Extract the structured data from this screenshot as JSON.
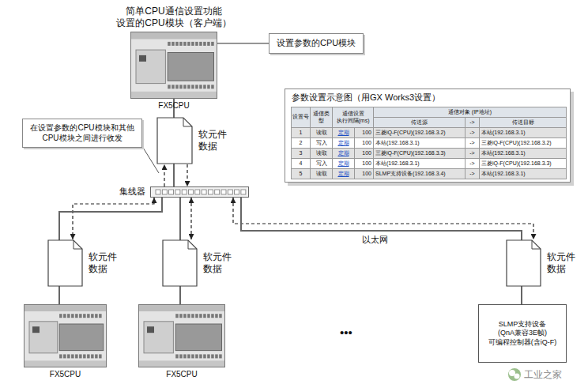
{
  "diagram": {
    "nodes": [
      {
        "text": [
          "简单CPU通信设置功能 设置的CPU模块（客户端）",
          "FX5CPU"
        ]
      },
      {
        "text": [
          "设置参数的CPU模块"
        ]
      },
      {
        "text": [
          "参数设置示意图（用GX Works3设置）"
        ]
      },
      {
        "text": [
          "在设置参数的CPU模块和其他 CPU模块之间进行收发"
        ]
      },
      {
        "text": [
          "软元件 数据"
        ]
      },
      {
        "text": [
          "集线器"
        ]
      },
      {
        "text": [
          "软元件 数据"
        ]
      },
      {
        "text": [
          "软元件 数据"
        ]
      },
      {
        "text": [
          "软元件 数据"
        ]
      },
      {
        "text": [
          "FX5CPU"
        ]
      },
      {
        "text": [
          "FX5CPU"
        ]
      },
      {
        "text": [
          "SLMP支持设备 (QnA兼容3E帧) 可编程控制器(含iQ-F)"
        ]
      }
    ],
    "edges": [
      {
        "from": 1,
        "to": 0,
        "arrow": "none"
      },
      {
        "from": 0,
        "to": 5,
        "arrow": "none"
      },
      {
        "from": 5,
        "to": 4,
        "arrow": "to"
      },
      {
        "from": 4,
        "to": 5,
        "arrow": "to"
      },
      {
        "from": 5,
        "to": 6,
        "arrow": "both"
      },
      {
        "from": 5,
        "to": 7,
        "arrow": "both"
      },
      {
        "from": 5,
        "to": 8,
        "arrow": "both"
      },
      {
        "from": 5,
        "to": 9,
        "arrow": "none"
      },
      {
        "from": 5,
        "to": 10,
        "arrow": "none"
      },
      {
        "from": 5,
        "to": 11,
        "arrow": "none"
      }
    ],
    "labels": [
      "设置号",
      "通信类型",
      "通信设置 执行间隔(ms)",
      "通信对象 (IP地址)",
      "传送源",
      "->",
      "传送目标",
      "1",
      "读取",
      "定期",
      "100",
      "三菱iQ-F(CPU)(192.168.3.2)",
      "->",
      "本站(192.168.3.1)",
      "2",
      "写入",
      "定期",
      "100",
      "本站(192.168.3.1)",
      "->",
      "三菱iQ-F(CPU)(192.168.3.2)",
      "3",
      "读取",
      "定期",
      "100",
      "三菱iQ-F(CPU)(192.168.3.3)",
      "->",
      "本站(192.168.3.1)",
      "4",
      "写入",
      "定期",
      "100",
      "本站(192.168.3.1)",
      "->",
      "三菱iQ-F(CPU)(192.168.3.3)",
      "5",
      "读取",
      "定期",
      "100",
      "SLMP支持设备(192.168.3.4)",
      "->",
      "本站(192.168.3.1)",
      "以太网",
      "•••",
      "工业之家"
    ]
  }
}
